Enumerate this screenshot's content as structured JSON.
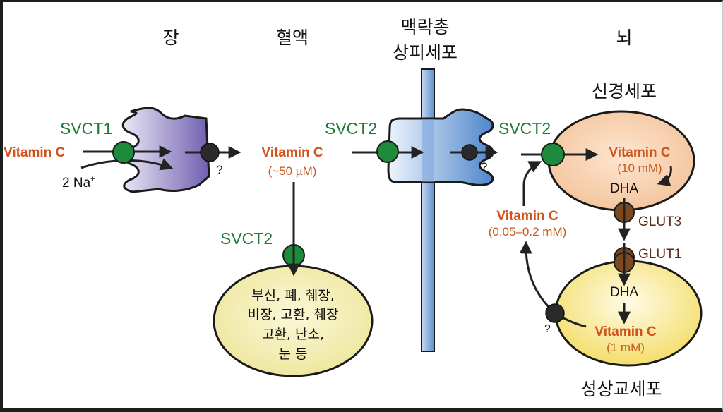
{
  "title": "Vitamin C transport pathways",
  "compartments": {
    "intestine": "장",
    "blood": "혈액",
    "choroid_line1": "맥락총",
    "choroid_line2": "상피세포",
    "brain": "뇌",
    "neuron": "신경세포",
    "astrocyte": "성상교세포"
  },
  "transporters": {
    "svct1": "SVCT1",
    "svct2_tissue": "SVCT2",
    "svct2_choroid": "SVCT2",
    "svct2_neuron": "SVCT2",
    "glut3": "GLUT3",
    "glut1": "GLUT1"
  },
  "unknown_mark": "?",
  "sodium": {
    "base": "2 Na",
    "sup": "+"
  },
  "vitamin_c": {
    "label": "Vitamin C",
    "blood_conc": "(~50 µM)",
    "csf_conc": "(0.05–0.2 mM)",
    "neuron_conc": "(10 mM)",
    "astro_conc": "(1 mM)"
  },
  "dha": "DHA",
  "tissues": {
    "line1": "부신, 폐, 췌장,",
    "line2": "비장, 고환, 췌장",
    "line3": "고환, 난소,",
    "line4": "눈 등"
  },
  "colors": {
    "svct": "#1e8a3c",
    "glut": "#7a4a1e",
    "efflux": "#2a2a2a",
    "vitamin_c_text": "#d0531b",
    "enterocyte": "#7a68b4",
    "choroid_cell": "#5b8fd0",
    "neuron_fill": "#f5c9a0",
    "astro_fill": "#f6e27a",
    "tissue_fill": "#f3eeae"
  }
}
